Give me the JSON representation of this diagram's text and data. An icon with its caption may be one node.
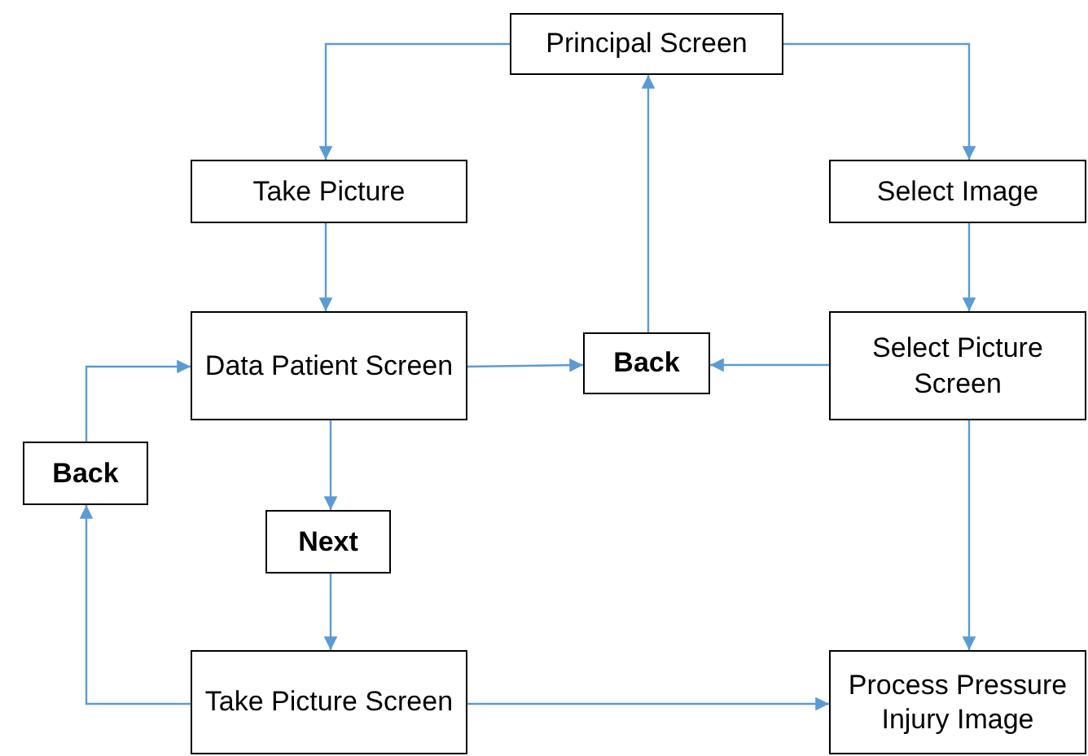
{
  "diagram": {
    "nodes": [
      {
        "text": [
          "Principal Screen"
        ]
      },
      {
        "text": [
          "Take Picture"
        ]
      },
      {
        "text": [
          "Select Image"
        ]
      },
      {
        "text": [
          "Data Patient Screen"
        ]
      },
      {
        "text": [
          "Back"
        ]
      },
      {
        "text": [
          "Select Picture Screen"
        ]
      },
      {
        "text": [
          "Back"
        ]
      },
      {
        "text": [
          "Next"
        ]
      },
      {
        "text": [
          "Take Picture Screen"
        ]
      },
      {
        "text": [
          "Process Pressure Injury Image"
        ]
      }
    ],
    "edges": [
      {
        "from": 0,
        "to": 1,
        "arrow": "to"
      },
      {
        "from": 0,
        "to": 2,
        "arrow": "to"
      },
      {
        "from": 1,
        "to": 3,
        "arrow": "to"
      },
      {
        "from": 2,
        "to": 5,
        "arrow": "to"
      },
      {
        "from": 3,
        "to": 4,
        "arrow": "to"
      },
      {
        "from": 5,
        "to": 4,
        "arrow": "to"
      },
      {
        "from": 4,
        "to": 0,
        "arrow": "to"
      },
      {
        "from": 3,
        "to": 7,
        "arrow": "to"
      },
      {
        "from": 7,
        "to": 8,
        "arrow": "to"
      },
      {
        "from": 8,
        "to": 6,
        "arrow": "to"
      },
      {
        "from": 6,
        "to": 3,
        "arrow": "to"
      },
      {
        "from": 8,
        "to": 9,
        "arrow": "to"
      },
      {
        "from": 5,
        "to": 9,
        "arrow": "to"
      }
    ]
  }
}
